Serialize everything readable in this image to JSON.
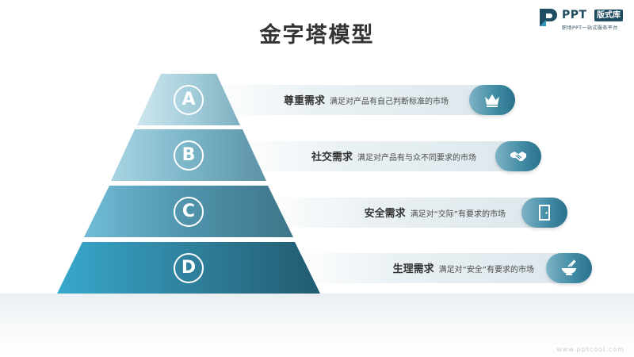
{
  "title": "金字塔模型",
  "logo": {
    "brand": "PPT",
    "badge": "版式库",
    "tagline": "职场PPT一站式服务平台"
  },
  "colors": {
    "tier_top": "#b7d9e4",
    "tier_bottom": "#2f98b9",
    "accent_dark": "#1e4d61",
    "pill": "#3f8aa3"
  },
  "levels": [
    {
      "letter": "A",
      "name": "尊重需求",
      "desc": "满足对产品有自己判断标准的市场",
      "icon": "crown-icon"
    },
    {
      "letter": "B",
      "name": "社交需求",
      "desc": "满足对产品有与众不同要求的市场",
      "icon": "handshake-icon"
    },
    {
      "letter": "C",
      "name": "安全需求",
      "desc": "满足对“交际”有要求的市场",
      "icon": "door-icon"
    },
    {
      "letter": "D",
      "name": "生理需求",
      "desc": "满足对“安全”有要求的市场",
      "icon": "bowl-icon"
    }
  ],
  "footer": "www.pptcool.com"
}
